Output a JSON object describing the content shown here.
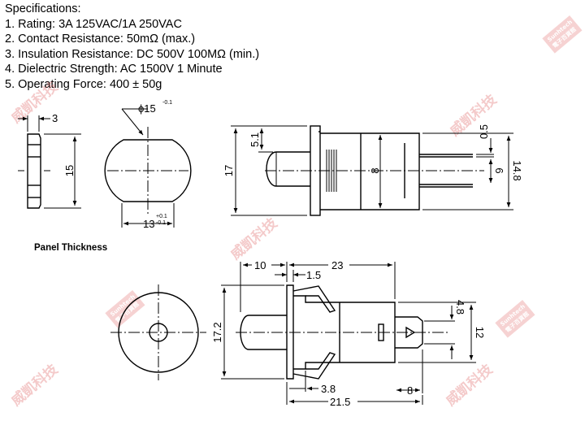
{
  "specs": {
    "heading": "Specifications:",
    "items": [
      "1. Rating: 3A 125VAC/1A 250VAC",
      "2. Contact Resistance: 50mΩ (max.)",
      "3. Insulation Resistance: DC 500V 100MΩ (min.)",
      "4. Dielectric Strength: AC 1500V 1 Minute",
      "5. Operating Force: 400 ± 50g"
    ]
  },
  "top_view": {
    "side": {
      "thickness": "3",
      "height": "15"
    },
    "front": {
      "diameter": "ϕ15",
      "diameter_tol": "-0.1",
      "flat_width": "13",
      "flat_tol_upper": "+0.1",
      "flat_tol_lower": "-0.1"
    },
    "profile": {
      "button_offset": "5.1",
      "overall_height": "17",
      "button_dia": "8",
      "terminal_gap": "0.5",
      "terminal_width": "6",
      "body_height": "14.8"
    }
  },
  "bottom_view": {
    "panel_label": "Panel Thickness",
    "profile": {
      "button_length": "10",
      "body_length": "23",
      "panel_thickness": "1.5",
      "overall_height": "17.2",
      "hole_dia": "4.8",
      "terminal_width": "12",
      "flange_to_body": "3.8",
      "overall_length": "21.5",
      "terminal_length": "8"
    }
  },
  "watermark": {
    "text": "威凱科技",
    "brand": "Sunhtech",
    "sub": "電子百貨館"
  }
}
